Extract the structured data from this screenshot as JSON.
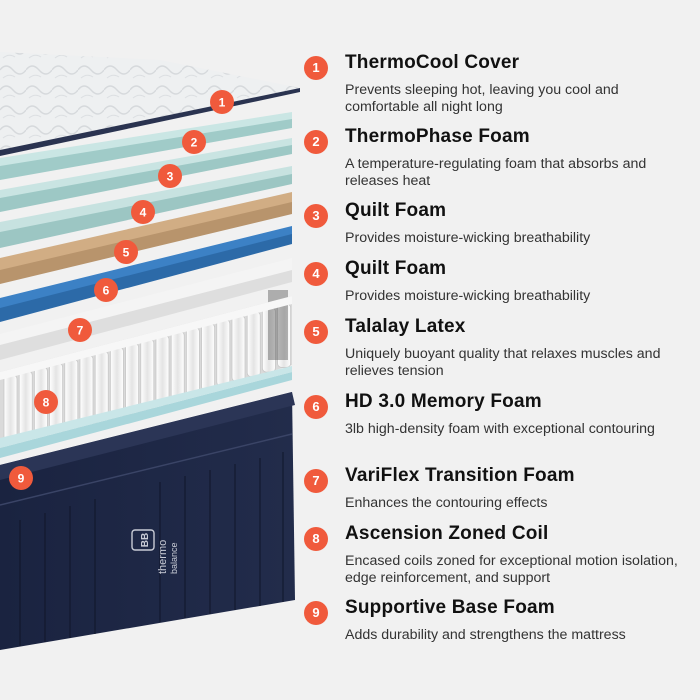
{
  "brand": {
    "line1": "thermo",
    "line2": "balance",
    "monogram": "BB"
  },
  "badge_color": "#f05a3c",
  "layers": [
    {
      "number": "1",
      "title": "ThermoCool Cover",
      "description": "Prevents sleeping hot, leaving you cool and comfortable all night long"
    },
    {
      "number": "2",
      "title": "ThermoPhase Foam",
      "description": "A temperature-regulating foam that absorbs and releases heat"
    },
    {
      "number": "3",
      "title": "Quilt Foam",
      "description": "Provides moisture-wicking breathability"
    },
    {
      "number": "4",
      "title": "Quilt Foam",
      "description": "Provides moisture-wicking breathability"
    },
    {
      "number": "5",
      "title": "Talalay Latex",
      "description": "Uniquely buoyant quality that relaxes muscles and relieves tension"
    },
    {
      "number": "6",
      "title": "HD 3.0 Memory Foam",
      "description": "3lb high-density foam with exceptional contouring"
    },
    {
      "number": "7",
      "title": "VariFlex Transition Foam",
      "description": "Enhances the contouring effects"
    },
    {
      "number": "8",
      "title": "Ascension Zoned Coil",
      "description": "Encased coils zoned for exceptional motion isolation, edge reinforcement, and support"
    },
    {
      "number": "9",
      "title": "Supportive Base Foam",
      "description": "Adds durability and strengthens the mattress"
    }
  ]
}
